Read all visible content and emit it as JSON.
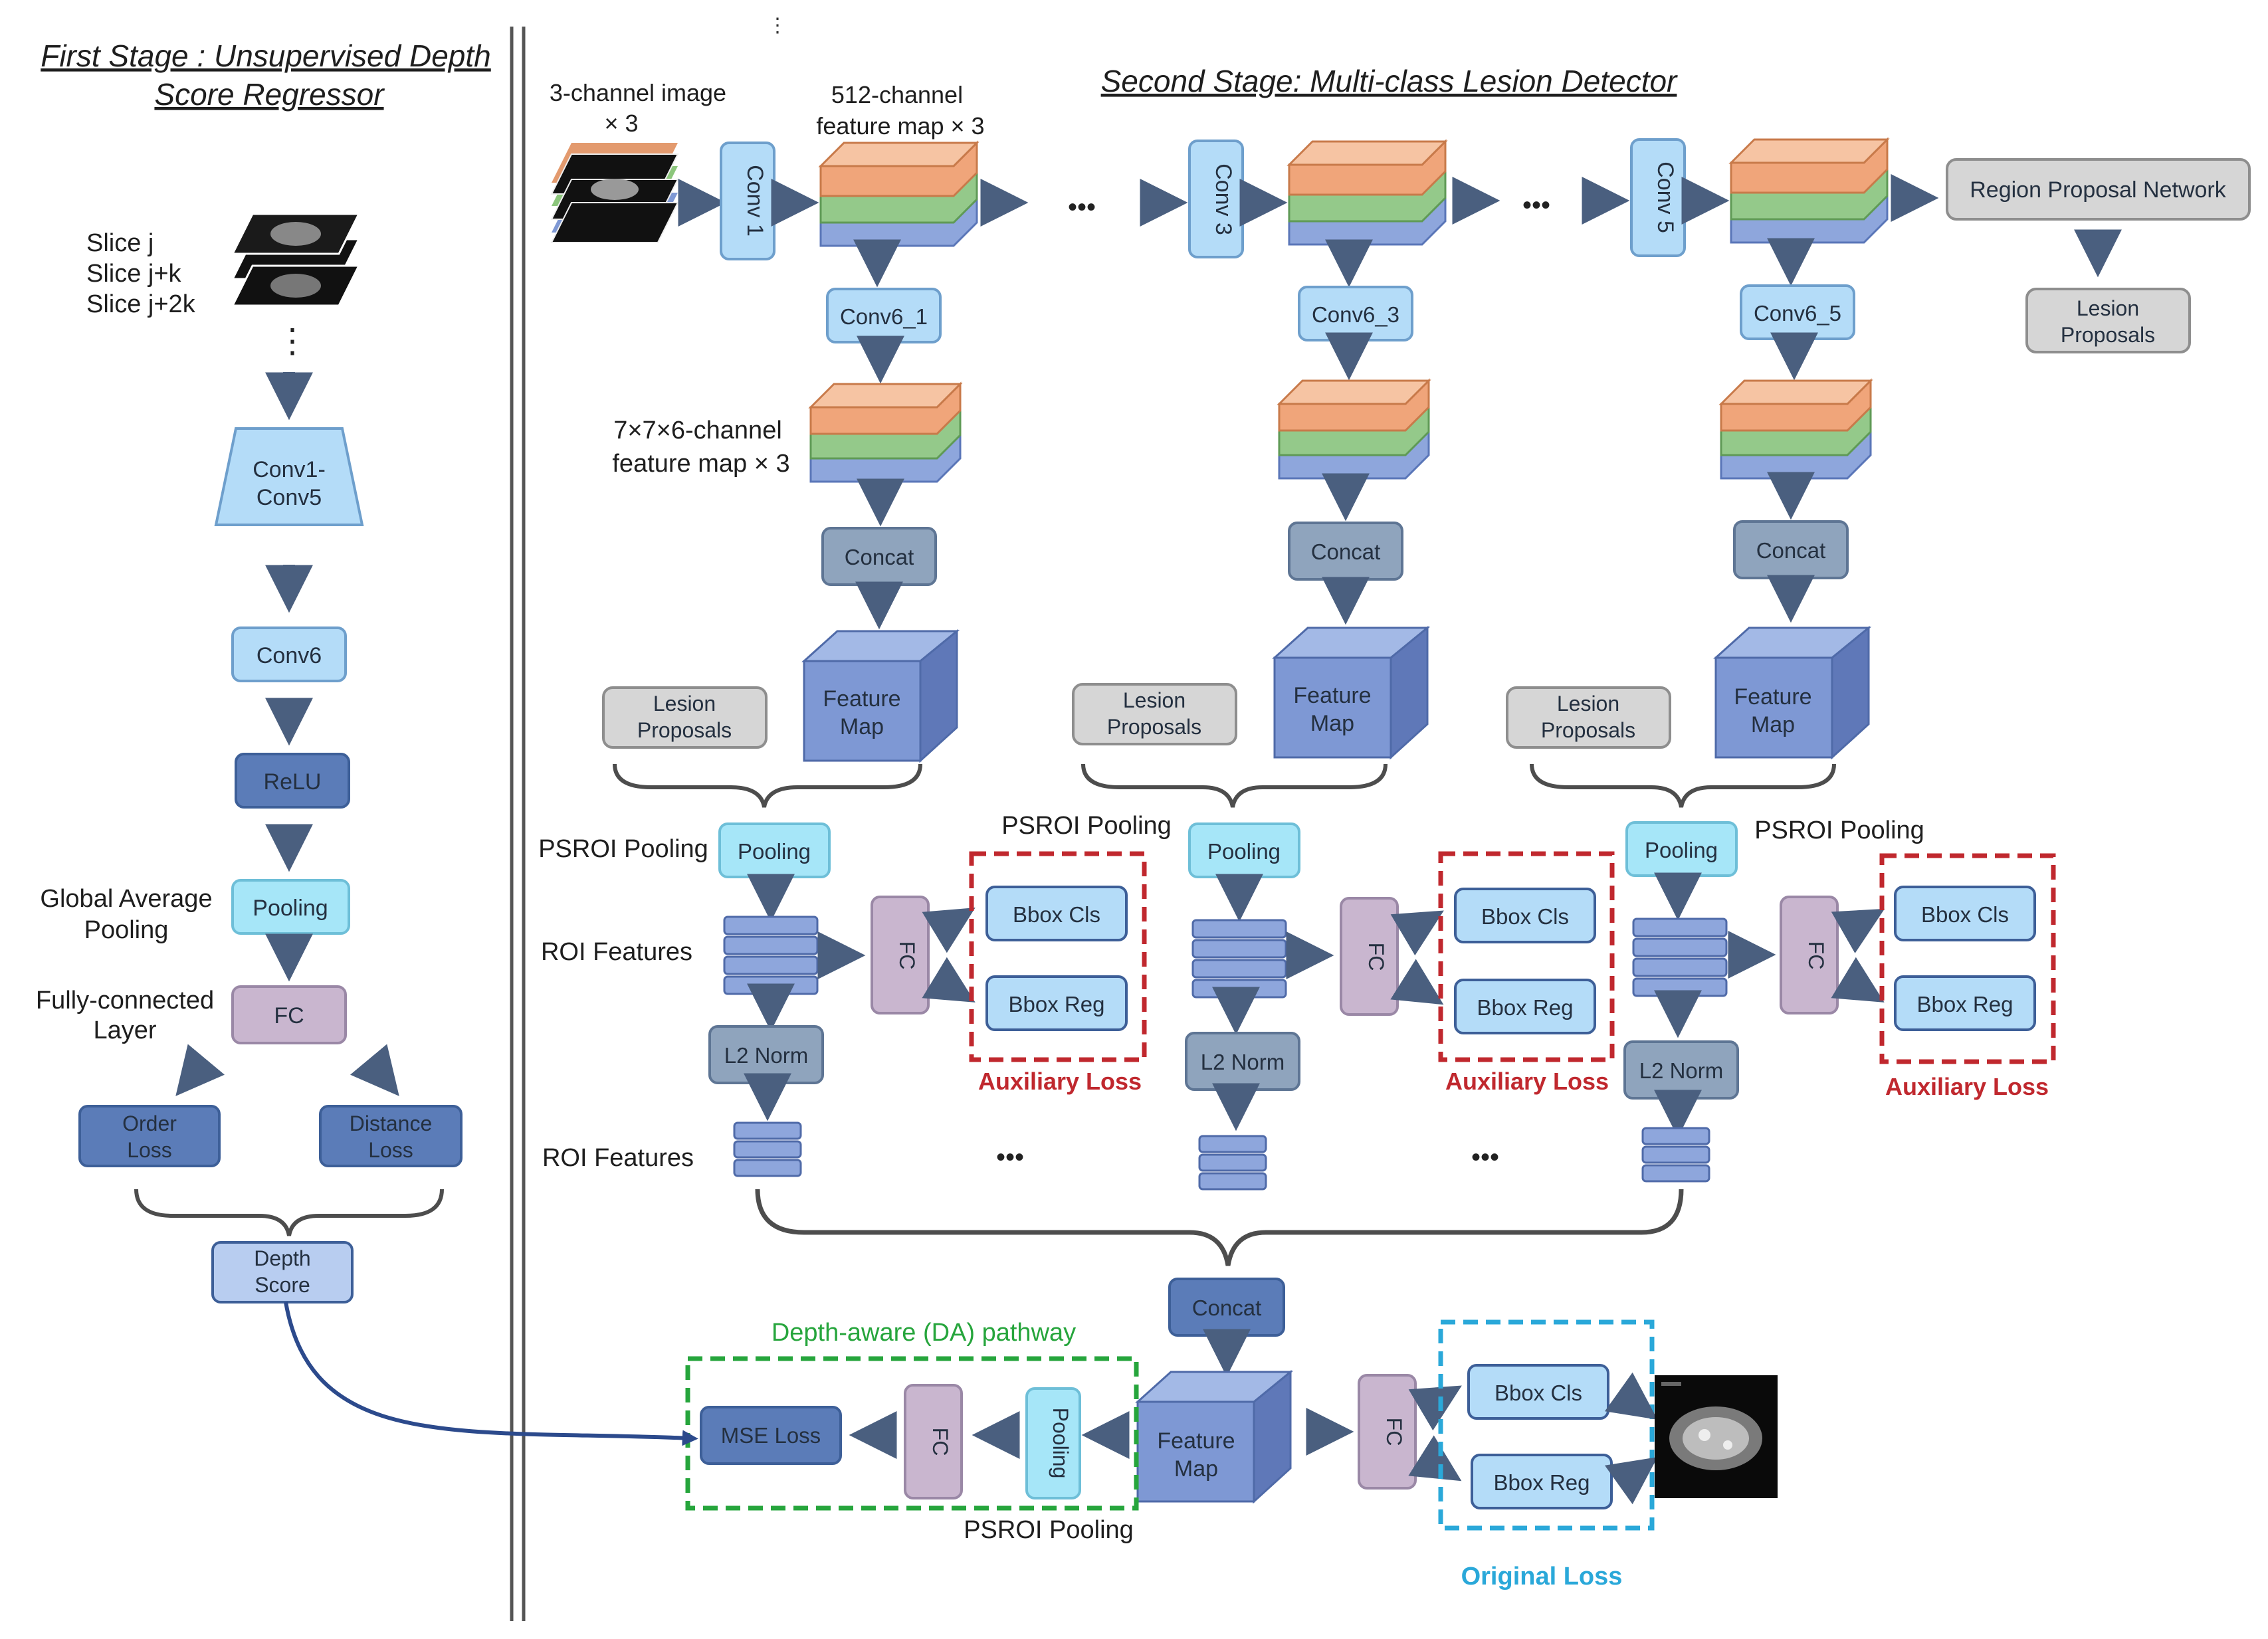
{
  "first_stage": {
    "title_line1": "First Stage : Unsupervised Depth",
    "title_line2": "Score Regressor",
    "slices": [
      "Slice j",
      "Slice j+k",
      "Slice j+2k"
    ],
    "conv1_line1": "Conv1-",
    "conv1_line2": "Conv5",
    "conv6": "Conv6",
    "relu": "ReLU",
    "gap_label_line1": "Global Average",
    "gap_label_line2": "Pooling",
    "pooling": "Pooling",
    "fc_label_line1": "Fully-connected",
    "fc_label_line2": "Layer",
    "fc": "FC",
    "order_loss_line1": "Order",
    "order_loss_line2": "Loss",
    "distance_loss_line1": "Distance",
    "distance_loss_line2": "Loss",
    "depth_score_line1": "Depth",
    "depth_score_line2": "Score"
  },
  "second_stage": {
    "title": "Second Stage: Multi-class Lesion Detector",
    "input_label_line1": "3-channel image",
    "input_label_line2": "× 3",
    "featmap_label_line1": "512-channel",
    "featmap_label_line2": "feature map × 3",
    "conv_blocks": [
      "Conv 1",
      "Conv 3",
      "Conv 5"
    ],
    "conv6_blocks": [
      "Conv6_1",
      "Conv6_3",
      "Conv6_5"
    ],
    "small_featmap_label_line1": "7×7×6-channel",
    "small_featmap_label_line2": "feature map × 3",
    "concat": "Concat",
    "feature_map_line1": "Feature",
    "feature_map_line2": "Map",
    "lesion_proposals_line1": "Lesion",
    "lesion_proposals_line2": "Proposals",
    "rpn": "Region Proposal Network",
    "psroi_pooling": "PSROI Pooling",
    "pooling": "Pooling",
    "roi_features": "ROI Features",
    "fc": "FC",
    "bbox_cls": "Bbox Cls",
    "bbox_reg": "Bbox Reg",
    "l2_norm": "L2 Norm",
    "auxiliary_loss": "Auxiliary Loss",
    "ellipsis": "•••",
    "da_pathway": "Depth-aware (DA) pathway",
    "mse_loss": "MSE Loss",
    "original_loss": "Original Loss"
  },
  "colors": {
    "light_blue_box": "#b4dcf8",
    "cyan_box": "#a6e6f8",
    "dark_blue_box": "#5b7cb8",
    "gray_box": "#d6d6d6",
    "purple_fc": "#c9b6cf",
    "slate_box": "#8fa4bd",
    "layer_orange": "#f0a57a",
    "layer_green": "#94c98a",
    "layer_blue": "#8ea6dc",
    "auxiliary_red": "#c0282e",
    "da_green": "#26a53c",
    "original_blue": "#2aa8d9"
  }
}
